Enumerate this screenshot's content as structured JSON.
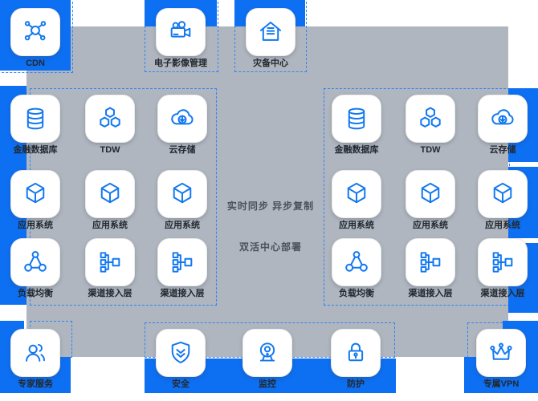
{
  "palette": {
    "block_blue": "#0D6FF2",
    "icon_blue": "#1278F0",
    "zone_gray": "#AFB6BF",
    "dash_blue": "#2F84F6",
    "label_dark": "#23282F"
  },
  "top_row": {
    "items": [
      {
        "label": "CDN",
        "icon": "cdn-network-icon"
      },
      {
        "label": "电子影像管理",
        "icon": "video-camera-icon"
      },
      {
        "label": "灾备中心",
        "icon": "disaster-recovery-house-icon"
      }
    ]
  },
  "center_labels": {
    "sync": "实时同步 异步复制",
    "deployment": "双活中心部署"
  },
  "left_datacenter": {
    "items": [
      {
        "label": "金融数据库",
        "icon": "database-icon"
      },
      {
        "label": "TDW",
        "icon": "hexagons-tdw-icon"
      },
      {
        "label": "云存储",
        "icon": "cloud-download-icon"
      },
      {
        "label": "应用系统",
        "icon": "cube-icon"
      },
      {
        "label": "应用系统",
        "icon": "cube-icon"
      },
      {
        "label": "应用系统",
        "icon": "cube-icon"
      },
      {
        "label": "负载均衡",
        "icon": "load-balancer-icon"
      },
      {
        "label": "渠道接入层",
        "icon": "channel-tree-icon"
      },
      {
        "label": "渠道接入层",
        "icon": "channel-tree-icon"
      }
    ]
  },
  "right_datacenter": {
    "items": [
      {
        "label": "金融数据库",
        "icon": "database-icon"
      },
      {
        "label": "TDW",
        "icon": "hexagons-tdw-icon"
      },
      {
        "label": "云存储",
        "icon": "cloud-download-icon"
      },
      {
        "label": "应用系统",
        "icon": "cube-icon"
      },
      {
        "label": "应用系统",
        "icon": "cube-icon"
      },
      {
        "label": "应用系统",
        "icon": "cube-icon"
      },
      {
        "label": "负载均衡",
        "icon": "load-balancer-icon"
      },
      {
        "label": "渠道接入层",
        "icon": "channel-tree-icon"
      },
      {
        "label": "渠道接入层",
        "icon": "channel-tree-icon"
      }
    ]
  },
  "bottom_row": {
    "items": [
      {
        "label": "专家服务",
        "icon": "users-icon"
      },
      {
        "label": "安全",
        "icon": "shield-check-icon"
      },
      {
        "label": "监控",
        "icon": "webcam-icon"
      },
      {
        "label": "防护",
        "icon": "padlock-icon"
      },
      {
        "label": "专属VPN",
        "icon": "crown-icon"
      }
    ]
  }
}
